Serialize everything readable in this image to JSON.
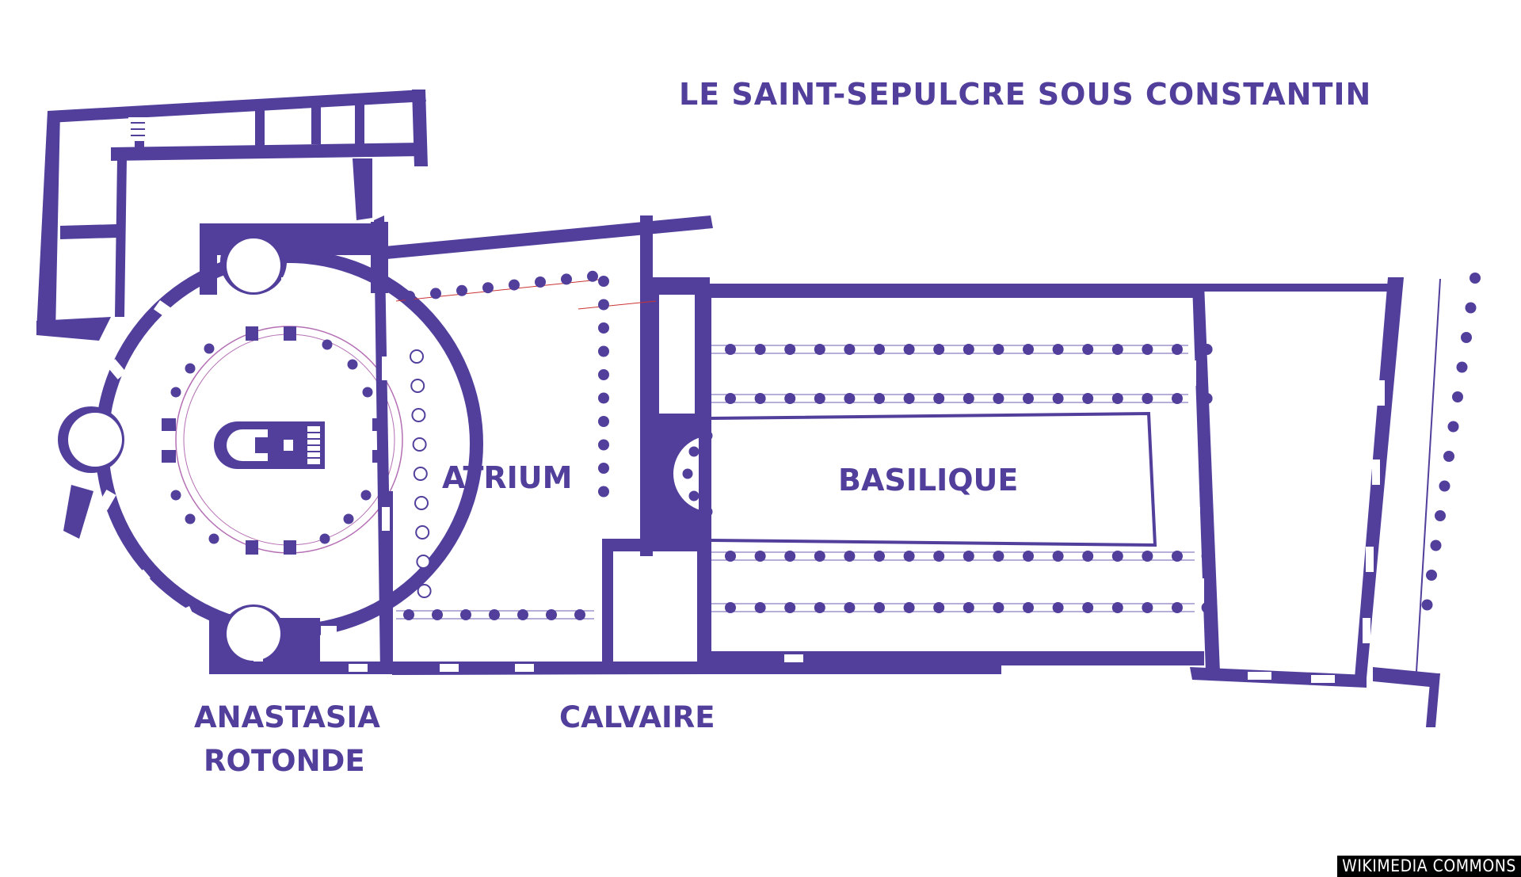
{
  "title": "LE SAINT-SEPULCRE SOUS CONSTANTIN",
  "labels": {
    "atrium": "ATRIUM",
    "basilique": "BASILIQUE",
    "anastasia": "ANASTASIA",
    "rotonde": "ROTONDE",
    "calvaire": "CALVAIRE"
  },
  "watermark": "WIKIMEDIA COMMONS",
  "colors": {
    "wall": "#523f9c",
    "background": "#ffffff",
    "guide_line": "#b46fb4"
  }
}
